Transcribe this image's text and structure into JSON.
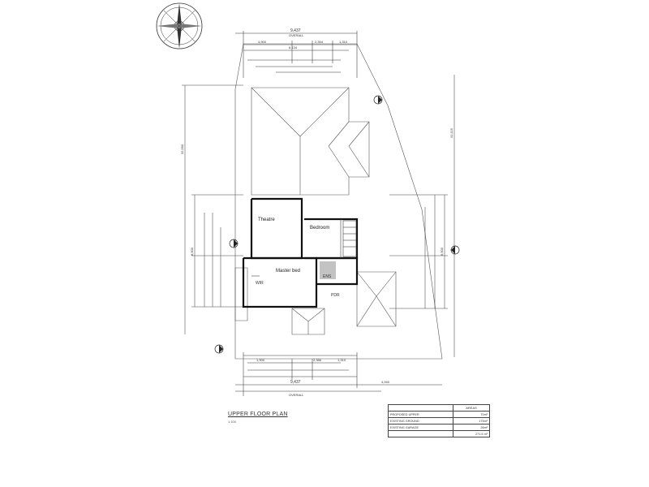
{
  "title": "UPPER FLOOR PLAN",
  "scale": "1:100",
  "rooms": {
    "theatre": "Theatre",
    "bedroom": "Bedroom",
    "master_bed": "Master bed",
    "wir": "WIR",
    "ens": "ENS",
    "pdr": "PDR"
  },
  "dimensions": {
    "top_total": "9,437",
    "top_overall": "OVERALL",
    "top_segments": [
      "4,900",
      "2,394",
      "1,310"
    ],
    "top_main": "6,134",
    "bottom_total": "9,437",
    "bottom_overall": "OVERALL",
    "bottom_segments": [
      "1,900",
      "2,386",
      "1,310"
    ],
    "bottom_main": "4,940",
    "left_overall": "32,550",
    "right_overall": "31,115",
    "left_mid": "8,900",
    "right_mid": "8,900"
  },
  "areas": {
    "header": "AREAS",
    "rows": [
      {
        "label": "PROPOSED UPPER",
        "value": "70m²"
      },
      {
        "label": "EXISTING GROUND",
        "value": "175m²"
      },
      {
        "label": "EXISTING GARAGE",
        "value": "26m²"
      },
      {
        "label": "",
        "value": "271.5 m²"
      }
    ]
  }
}
